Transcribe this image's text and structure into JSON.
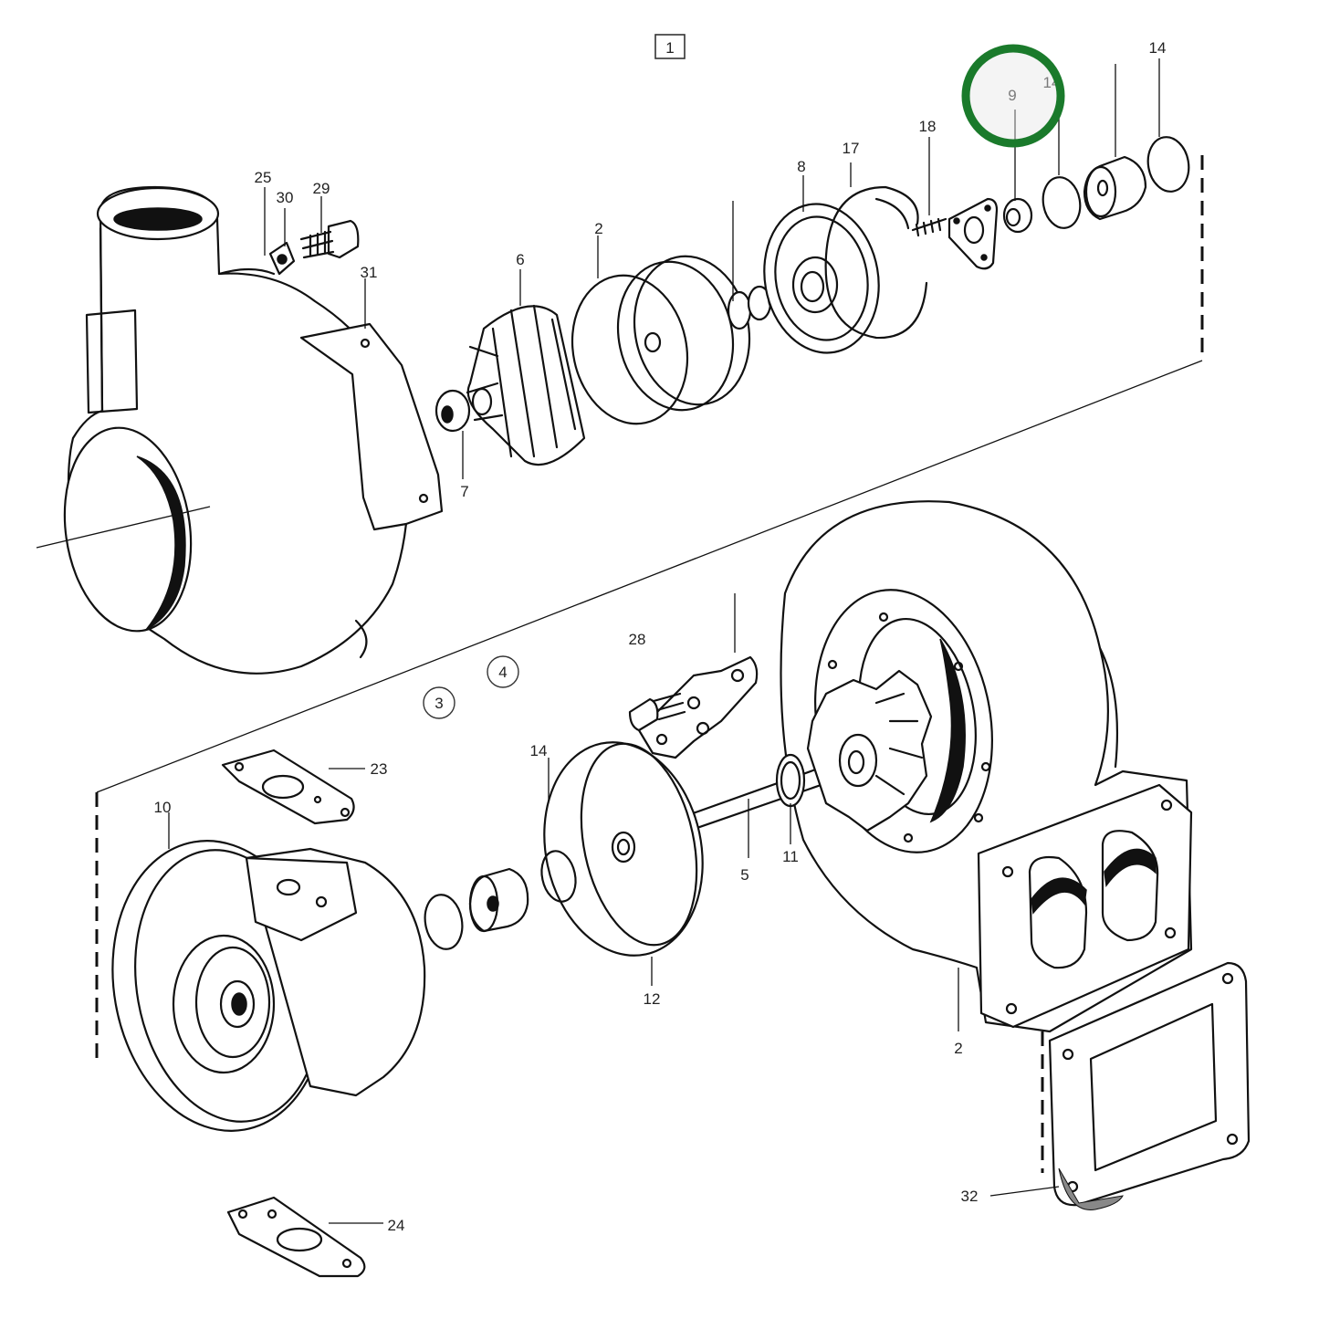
{
  "figure": {
    "view_label": "1",
    "view_refs": [
      "3",
      "4"
    ],
    "callouts": [
      "25",
      "30",
      "29",
      "31",
      "6",
      "2",
      "7",
      "8",
      "17",
      "18",
      "9",
      "14",
      "14",
      "23",
      "10",
      "24",
      "28",
      "14",
      "5",
      "11",
      "12",
      "2",
      "32"
    ],
    "highlight_color": "#1a7a2b",
    "highlighted_callout": "9"
  }
}
